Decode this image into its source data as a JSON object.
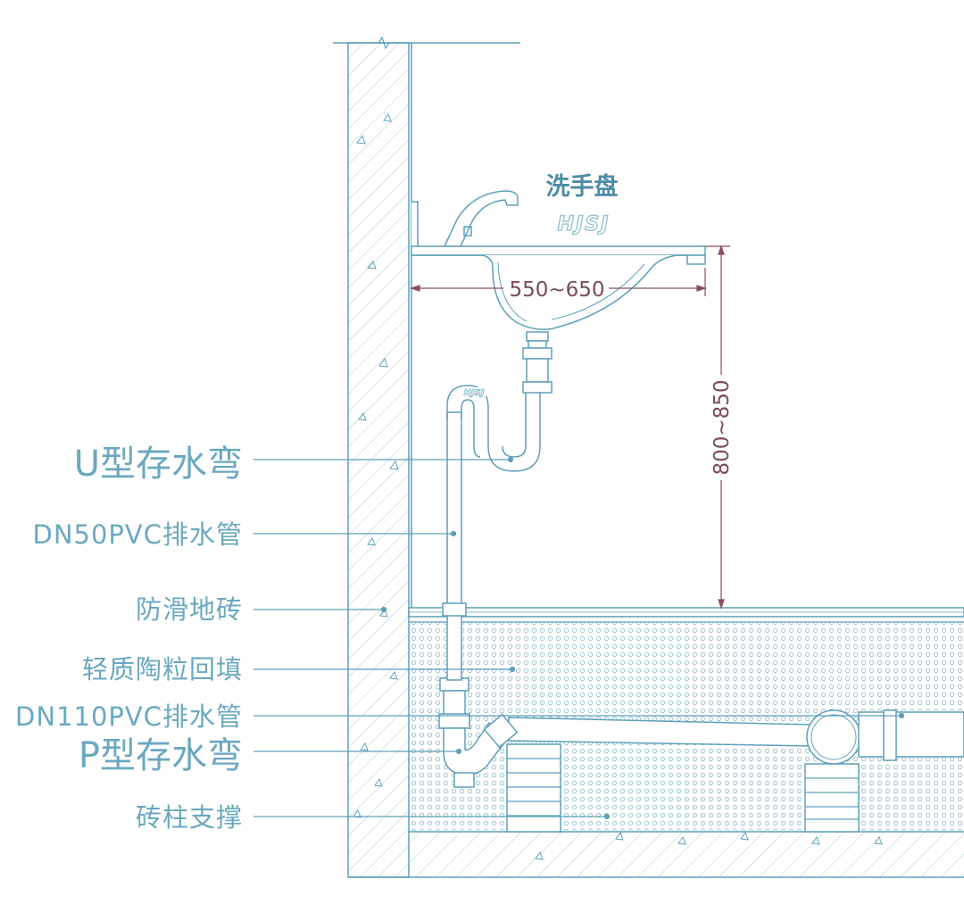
{
  "fixture_title": "洗手盘",
  "logo_text": "HJSJ",
  "dimensions": {
    "basin_width": "550~650",
    "basin_height": "800~850"
  },
  "labels": {
    "u_trap": "U型存水弯",
    "dn50_pipe": "DN50PVC排水管",
    "floor_tile": "防滑地砖",
    "backfill": "轻质陶粒回填",
    "dn110_pipe": "DN110PVC排水管",
    "p_trap": "P型存水弯",
    "brick_support": "砖柱支撑"
  },
  "colors": {
    "line": "#5e9fba",
    "label_text": "#6aa8c0",
    "dimension_line": "#8a4e60",
    "hatch": "#9cc3d4"
  }
}
